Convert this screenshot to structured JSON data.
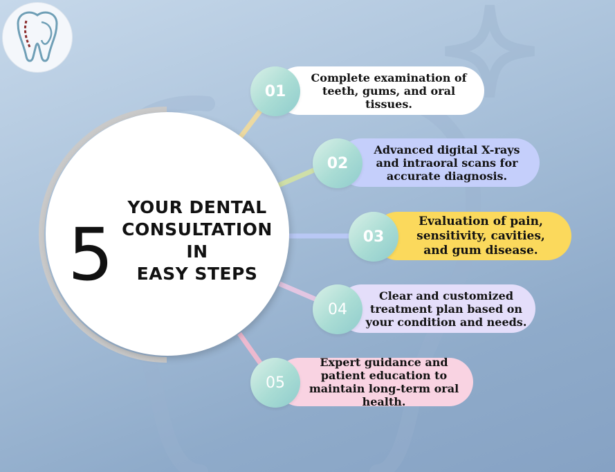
{
  "title": {
    "number": "5",
    "lines": [
      "YOUR DENTAL",
      "CONSULTATION",
      "IN",
      "EASY STEPS"
    ]
  },
  "steps": [
    {
      "num": "01",
      "text": "Complete examination of teeth, gums, and oral tissues.",
      "color": "#ffffff"
    },
    {
      "num": "02",
      "text": "Advanced digital X-rays and intraoral scans for accurate diagnosis.",
      "color": "#c5cffb"
    },
    {
      "num": "03",
      "text": "Evaluation of pain, sensitivity, cavities, and gum disease.",
      "color": "#fbd95c"
    },
    {
      "num": "04",
      "text": "Clear and customized treatment plan based on your condition and needs.",
      "color": "#e4defa"
    },
    {
      "num": "05",
      "text": "Expert guidance and patient education to maintain long-term oral health.",
      "color": "#f9d3e2"
    }
  ],
  "connector_colors": [
    "#ecd9a1",
    "#cfdfa8",
    "#b9c8f5",
    "#e3c6e2",
    "#edb9cf"
  ]
}
